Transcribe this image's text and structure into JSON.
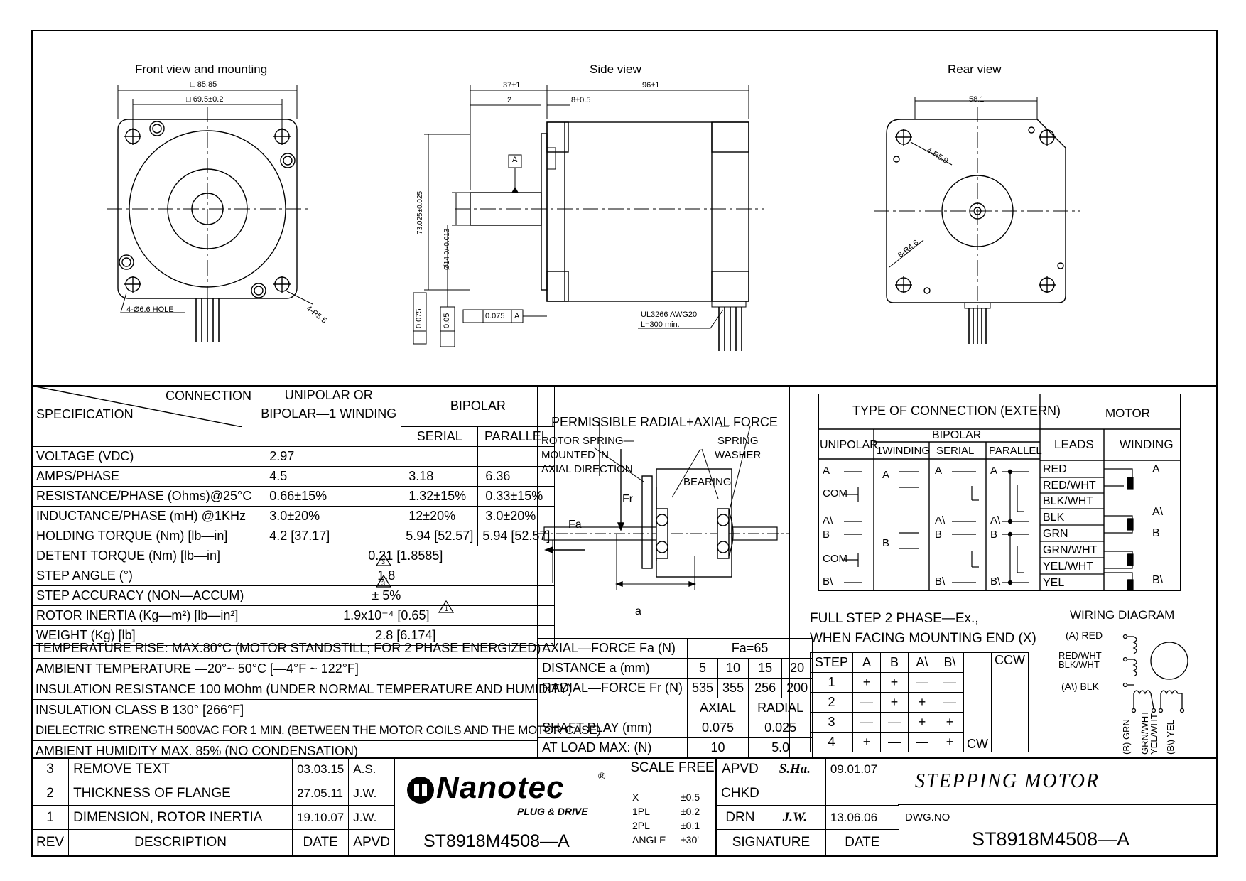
{
  "views": {
    "front": {
      "title": "Front view and mounting",
      "dim_outer": "□ 85.85",
      "dim_inner": "□ 69.5±0.2",
      "hole_label": "4-Ø6.6 HOLE",
      "radius_label": "4-R5.5"
    },
    "side": {
      "title": "Side view",
      "dim_37": "37±1",
      "dim_96": "96±1",
      "dim_2": "2",
      "dim_8": "8±0.5",
      "datum": "A",
      "dim_height": "73.025±0.025",
      "dim_shaft": "Ø14 0/-0.013",
      "tol_concentric": "0.075",
      "tol_runout": "0.05",
      "tol_perp": "0.075",
      "tol_ref": "A",
      "cable_spec": "UL3266 AWG20",
      "cable_length": "L=300 min."
    },
    "rear": {
      "title": "Rear view",
      "dim_58": "58.1",
      "r59": "4-R5.9",
      "r46": "8-R4.6"
    }
  },
  "spec_table": {
    "header_connection": "CONNECTION",
    "header_specification": "SPECIFICATION",
    "header_unipolar": "UNIPOLAR OR",
    "header_unipolar2": "BIPOLAR—1 WINDING",
    "header_bipolar": "BIPOLAR",
    "header_serial": "SERIAL",
    "header_parallel": "PARALLEL",
    "rows": [
      {
        "label": "VOLTAGE (VDC)",
        "uni": "2.97",
        "ser": "",
        "par": ""
      },
      {
        "label": "AMPS/PHASE",
        "uni": "4.5",
        "ser": "3.18",
        "par": "6.36"
      },
      {
        "label": "RESISTANCE/PHASE   (Ohms)@25°C",
        "uni": "0.66±15%",
        "ser": "1.32±15%",
        "par": "0.33±15%"
      },
      {
        "label": "INDUCTANCE/PHASE (mH) @1KHz",
        "uni": "3.0±20%",
        "ser": "12±20%",
        "par": "3.0±20%"
      },
      {
        "label": "HOLDING TORQUE (Nm) [lb—in]",
        "uni": "4.2 [37.17]",
        "ser": "5.94 [52.57]",
        "par": "5.94 [52.57]"
      }
    ],
    "merged_rows": [
      {
        "label": "DETENT TORQUE (Nm) [lb—in]",
        "value": "0.21 [1.8585]"
      },
      {
        "label": "STEP ANGLE (°)",
        "value": "1.8"
      },
      {
        "label": "STEP ACCURACY (NON—ACCUM)",
        "value": "± 5%"
      },
      {
        "label": "ROTOR INERTIA (Kg—m²) [lb—in²]",
        "value": "1.9x10⁻⁴ [0.65]"
      },
      {
        "label": "WEIGHT (Kg) [lb]",
        "value": "2.8 [6.174]"
      }
    ],
    "notes": [
      "TEMPERATURE RISE: MAX.80°C (MOTOR STANDSTILL; FOR 2 PHASE ENERGIZED)",
      "AMBIENT TEMPERATURE —20°~ 50°C [—4°F ~ 122°F]",
      "INSULATION RESISTANCE 100 MOhm (UNDER NORMAL TEMPERATURE AND HUMIDITY)",
      "INSULATION CLASS B 130° [266°F]",
      "DIELECTRIC STRENGTH 500VAC FOR 1 MIN. (BETWEEN THE MOTOR COILS AND THE MOTOR CASE)",
      "AMBIENT HUMIDITY MAX. 85% (NO CONDENSATION)"
    ]
  },
  "force": {
    "title": "PERMISSIBLE RADIAL+AXIAL FORCE",
    "rotor_spring": "ROTOR SPRING—",
    "mounted_in": "MOUNTED IN",
    "axial_dir": "AXIAL DIRECTION",
    "spring": "SPRING",
    "washer": "WASHER",
    "bearing": "BEARING",
    "fr": "Fr",
    "fa": "Fa",
    "a": "a",
    "axial_force_label": "AXIAL—FORCE Fa (N)",
    "axial_force_value": "Fa=65",
    "distance_label": "DISTANCE a   (mm)",
    "distance_values": [
      "5",
      "10",
      "15",
      "20"
    ],
    "radial_label": "RADIAL—FORCE Fr (N)",
    "radial_values": [
      "535",
      "355",
      "256",
      "200"
    ],
    "axial_hdr": "AXIAL",
    "radial_hdr": "RADIAL",
    "shaft_play": "SHAFT PLAY (mm)",
    "shaft_axial": "0.075",
    "shaft_radial": "0.025",
    "at_load": "AT LOAD MAX: (N)",
    "load_axial": "10",
    "load_radial": "5.0"
  },
  "connection": {
    "title": "TYPE OF CONNECTION (EXTERN)",
    "motor": "MOTOR",
    "unipolar": "UNIPOLAR",
    "bipolar": "BIPOLAR",
    "winding1": "1WINDING",
    "serial": "SERIAL",
    "parallel": "PARALLEL",
    "leads": "LEADS",
    "winding": "WINDING",
    "uni_pins": [
      "A",
      "COM",
      "A\\",
      "B",
      "COM",
      "B\\"
    ],
    "lead_colors": [
      "RED",
      "RED/WHT",
      "BLK/WHT",
      "BLK",
      "GRN",
      "GRN/WHT",
      "YEL/WHT",
      "YEL"
    ],
    "winding_labels": [
      "A",
      "A\\",
      "B",
      "B\\"
    ]
  },
  "step_table": {
    "caption1": "FULL STEP 2 PHASE—Ex.,",
    "caption2": "WHEN FACING MOUNTING END (X)",
    "headers": [
      "STEP",
      "A",
      "B",
      "A\\",
      "B\\"
    ],
    "rows": [
      [
        "1",
        "+",
        "+",
        "—",
        "—"
      ],
      [
        "2",
        "—",
        "+",
        "+",
        "—"
      ],
      [
        "3",
        "—",
        "—",
        "+",
        "+"
      ],
      [
        "4",
        "+",
        "—",
        "—",
        "+"
      ]
    ],
    "cw": "CW",
    "ccw": "CCW"
  },
  "wiring": {
    "title": "WIRING DIAGRAM",
    "a_red": "(A) RED",
    "red_wht": "RED/WHT",
    "blk_wht": "BLK/WHT",
    "a_blk": "(A\\) BLK",
    "b_grn": "(B) GRN",
    "grn_wht": "GRN/WHT",
    "yel_wht": "YEL/WHT",
    "b_yel": "(B\\) YEL"
  },
  "revisions": [
    {
      "rev": "3",
      "desc": "REMOVE TEXT",
      "date": "03.03.15",
      "apvd": "A.S."
    },
    {
      "rev": "2",
      "desc": "THICKNESS OF FLANGE",
      "date": "27.05.11",
      "apvd": "J.W."
    },
    {
      "rev": "1",
      "desc": "DIMENSION, ROTOR INERTIA",
      "date": "19.10.07",
      "apvd": "J.W."
    }
  ],
  "rev_headers": {
    "rev": "REV",
    "desc": "DESCRIPTION",
    "date": "DATE",
    "apvd": "APVD"
  },
  "brand": {
    "name": "Nanotec",
    "reg": "®",
    "slogan": "PLUG & DRIVE",
    "part": "ST8918M4508—A"
  },
  "scale": {
    "label": "SCALE FREE",
    "rows": [
      [
        "X",
        "±0.5"
      ],
      [
        "1PL",
        "±0.2"
      ],
      [
        "2PL",
        "±0.1"
      ],
      [
        "ANGLE",
        "±30'"
      ]
    ]
  },
  "signatures": {
    "apvd": "APVD",
    "apvd_sig": "S.Ha.",
    "apvd_date": "09.01.07",
    "chkd": "CHKD",
    "drn": "DRN",
    "drn_sig": "J.W.",
    "drn_date": "13.06.06",
    "signature": "SIGNATURE",
    "date": "DATE"
  },
  "title_block": {
    "title": "STEPPING MOTOR",
    "dwg_label": "DWG.NO",
    "dwg_no": "ST8918M4508—A"
  }
}
